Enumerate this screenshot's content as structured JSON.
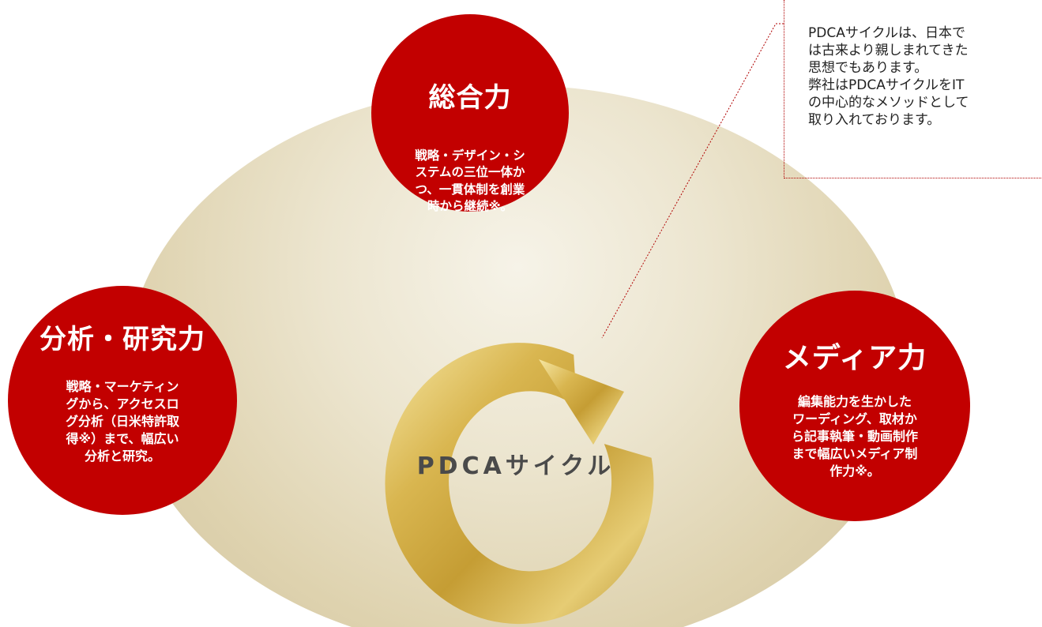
{
  "top_circle": {
    "title": "総合力",
    "lines": [
      "戦略・デザイン・シ",
      "ステムの三位一体か",
      "つ、一貫体制を創業",
      "時から継続※。"
    ]
  },
  "left_circle": {
    "title": "分析・研究力",
    "lines": [
      "戦略・マーケティン",
      "グから、アクセスロ",
      "グ分析（日米特許取",
      "得※）まで、幅広い",
      "分析と研究。"
    ]
  },
  "right_circle": {
    "title": "メディア力",
    "lines": [
      "編集能力を生かした",
      "ワーディング、取材か",
      "ら記事執筆・動画制作",
      "まで幅広いメディア制",
      "作力※。"
    ]
  },
  "center": {
    "label": "PDCAサイクル"
  },
  "note": {
    "lines": [
      "PDCAサイクルは、日本で",
      "は古来より親しまれてきた",
      "思想でもあります。",
      "弊社はPDCAサイクルをIT",
      "の中心的なメソッドとして",
      "取り入れております。"
    ]
  },
  "colors": {
    "circle_red": "#c20000",
    "oval_beige": "#e6dcbd",
    "ring_gold": "#d4b24a",
    "callout_line": "#b00000"
  }
}
